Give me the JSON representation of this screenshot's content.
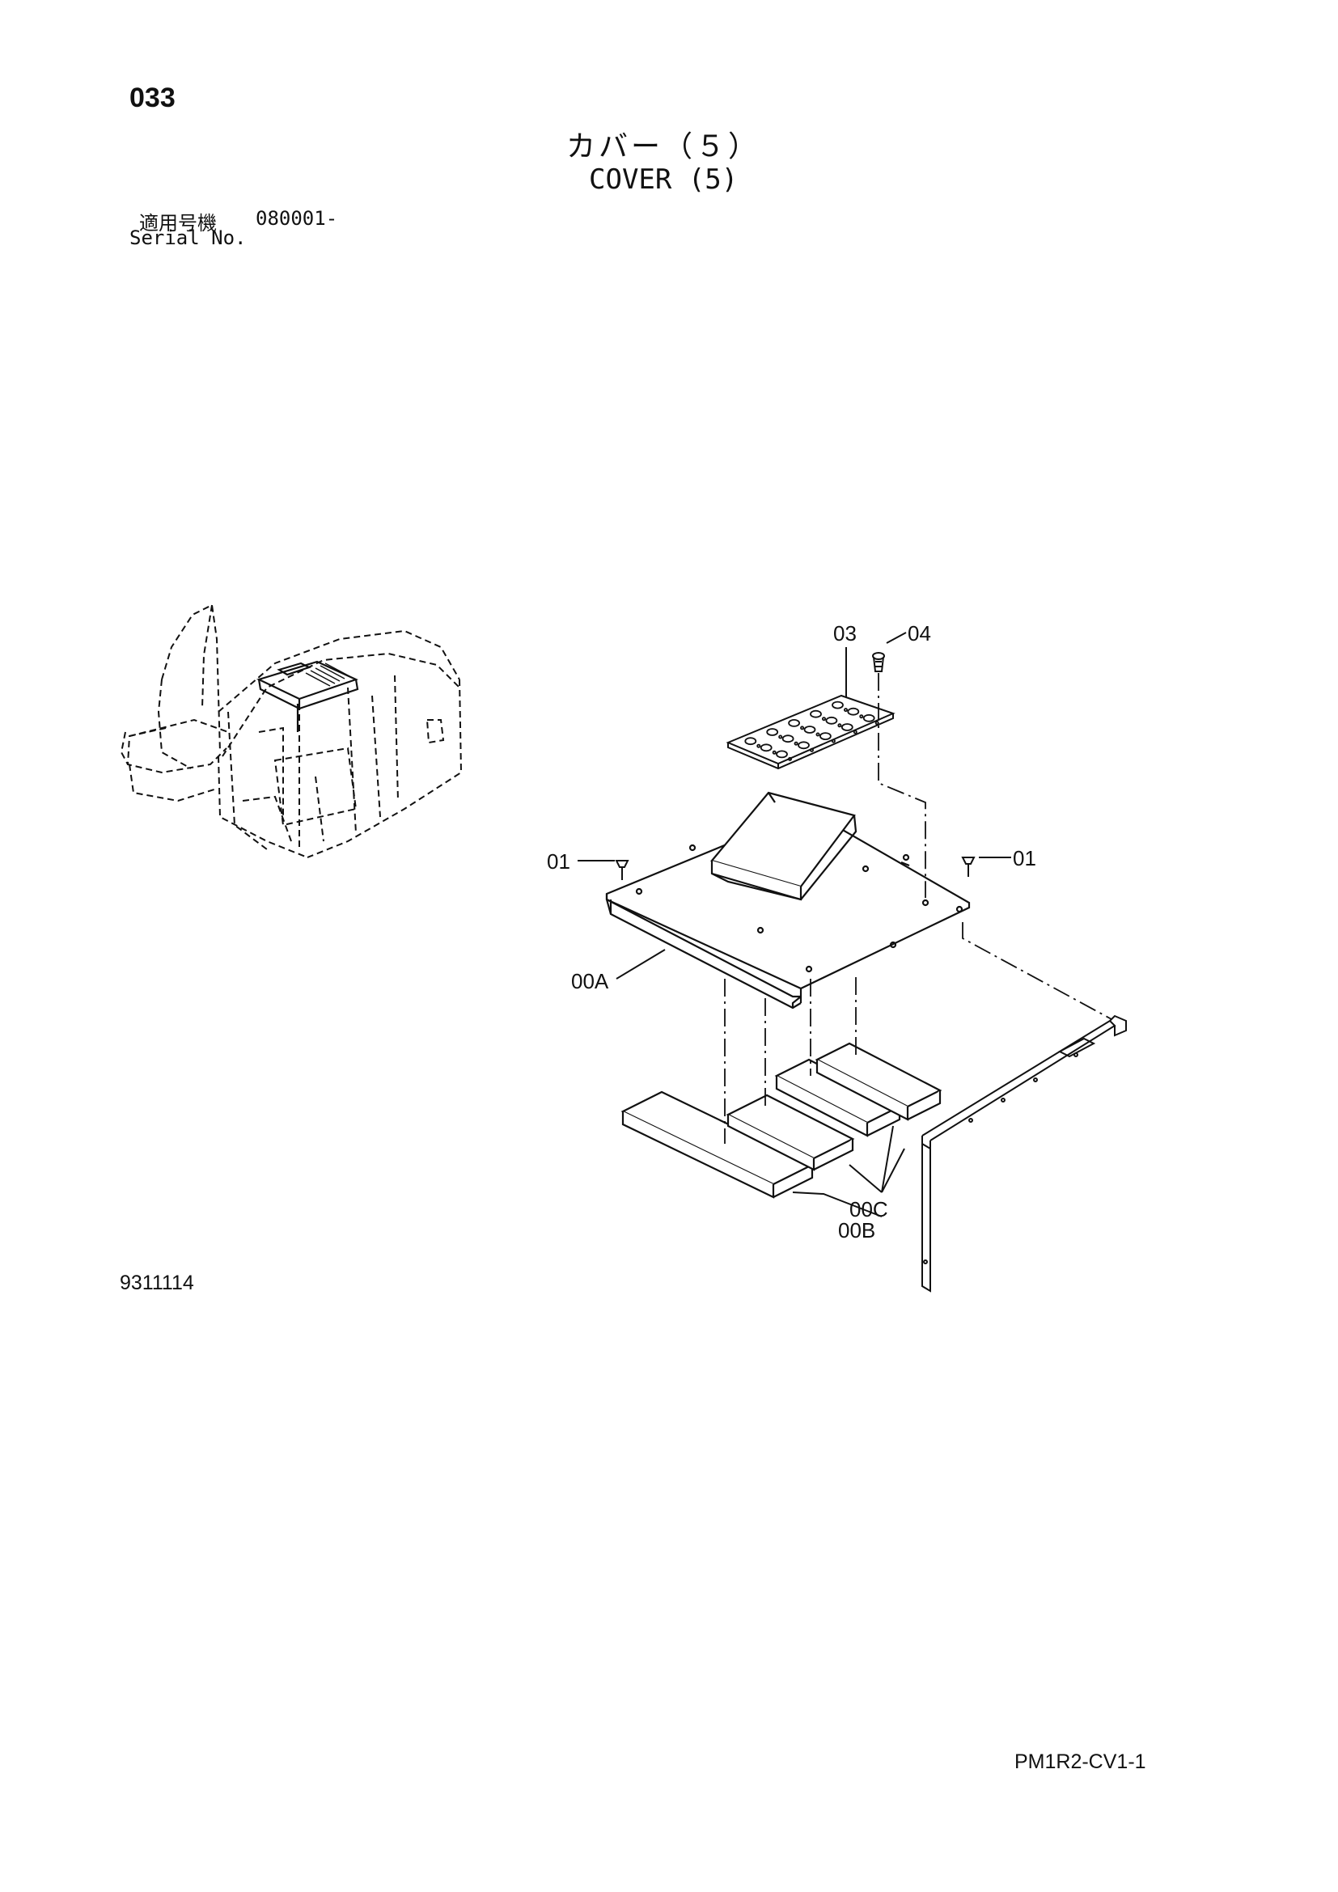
{
  "header": {
    "page_number": "033",
    "title_jp": "カバー（５）",
    "title_en": "COVER (5)",
    "serial_label_jp": "適用号機",
    "serial_value": "080001-",
    "serial_label_en": "Serial No."
  },
  "diagram": {
    "callouts": {
      "c01_left": "01",
      "c01_right": "01",
      "c03": "03",
      "c04": "04",
      "c00A": "00A",
      "c00B": "00B",
      "c00C": "00C"
    }
  },
  "footer": {
    "drawing_number": "9311114",
    "page_code": "PM1R2-CV1-1"
  }
}
